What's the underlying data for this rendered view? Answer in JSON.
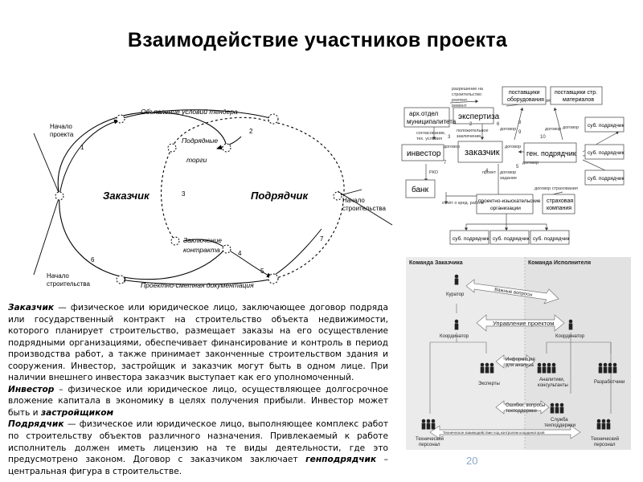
{
  "slide": {
    "title": "Взаимодействие участников проекта",
    "page_number": "20"
  },
  "cycle_diagram": {
    "center_left": "Заказчик",
    "center_right": "Подрядчик",
    "top_arrow": "Объявление условий тендера",
    "bottom_arrow": "Проектно-сметная документация",
    "start_project": [
      "Начало",
      "проекта"
    ],
    "start_construction_left": [
      "Начало",
      "строительства"
    ],
    "start_construction_right": [
      "Начало",
      "строительства"
    ],
    "bids": [
      "Подрядные",
      "торги"
    ],
    "contract": [
      "Заключение",
      "контракта"
    ],
    "numbers": [
      "1",
      "2",
      "3",
      "4",
      "5",
      "6",
      "7"
    ]
  },
  "org_chart": {
    "boxes": {
      "arch": [
        "арх.отдел",
        "муниципалитета"
      ],
      "expertise": "экспертиза",
      "suppliers_eq": [
        "поставщики",
        "оборудования"
      ],
      "suppliers_mat": [
        "поставщики стр.",
        "материалов"
      ],
      "investor": "инвестор",
      "customer": "заказчик",
      "gen_contractor": "ген. подрядчик",
      "bank": "банк",
      "design_org": [
        "проектно-изыскательские",
        "организации"
      ],
      "insurance": [
        "страховая",
        "компания"
      ],
      "sub1": "суб. подрядчик",
      "sub2": "суб. подрядчик",
      "sub3": "суб. подрядчик",
      "sub_r1": "суб. подрядчик",
      "sub_r2": "суб. подрядчик",
      "sub_r3": "суб. подрядчик",
      "sub_b1": "суб. подрядчик",
      "sub_b2": "суб. подрядчик",
      "sub_b3": "суб. подрядчик"
    },
    "edge_labels": {
      "permit": [
        "разрешение на",
        "строительство",
        "рхитект.",
        "ремонт"
      ],
      "approval": [
        "согласование,",
        "тех. условия"
      ],
      "positive": [
        "положительное",
        "заключение"
      ],
      "contract1": "договор",
      "contract2": "договор",
      "contract3": "договор",
      "contract4": "договор",
      "contract5": "договор",
      "contract6": "договор",
      "rko": "РКО",
      "project": "проект",
      "credit": "отчёт о кред. работе",
      "insurance_contract": "договор страхования",
      "contract_task": [
        "договор",
        "задание"
      ],
      "nums": [
        "2",
        "3",
        "4",
        "5",
        "6",
        "7",
        "8",
        "9",
        "10"
      ]
    }
  },
  "team_chart": {
    "customer_team": "Команда Заказчика",
    "executor_team": "Команда Исполнителя",
    "curator": "Куратор",
    "coordinator": "Координатор",
    "experts": "Эксперты",
    "analysts": [
      "Аналитики,",
      "консультанты"
    ],
    "developers": "Разработчики",
    "support": [
      "Служба",
      "техподдержки"
    ],
    "tech_left": [
      "Технический",
      "персонал"
    ],
    "tech_right": [
      "Технический",
      "персонал"
    ],
    "project_mgmt": "Управление проектом",
    "important_arrow": "Важные вопросы",
    "info_arrow": [
      "Информация",
      "для анализа"
    ],
    "errors_arrow": [
      "Ошибки, вопросы",
      "техподдержке"
    ],
    "tech_interaction": "Техническое взаимодействие под контролем координаторов"
  },
  "text": {
    "p1_term": "Заказчик",
    "p1_body": " — физическое или юридическое лицо, заключающее договор подряда или государственный контракт на строительство объекта недвижимости, которого планирует строительство, размещает заказы на его осуществление подрядными организациями, обеспечивает финансирование и контроль в период производства работ, а также принимает законченные строительством здания и сооружения. Инвестор, застройщик и заказчик могут быть в одном лице. При наличии внешнего инвестора заказчик выступает как его уполномоченный.",
    "p2_term": "Инвестор",
    "p2_body": " – физическое или юридическое лицо, осуществляющее долгосрочное вложение капитала в экономику в целях получения прибыли. Инвестор может быть и ",
    "p2_term2": "застройщиком",
    "p3_term": "Подрядчик",
    "p3_body": " — физическое или юридическое лицо, выполняющее комплекс работ по строительству объектов различного назначения. Привлекаемый к работе исполнитель должен иметь лицензию на те виды деятельности, где это предусмотрено законом. Договор с заказчиком заключает ",
    "p3_term2": "генподрядчик",
    "p3_tail": " – центральная фигура в строительстве."
  }
}
